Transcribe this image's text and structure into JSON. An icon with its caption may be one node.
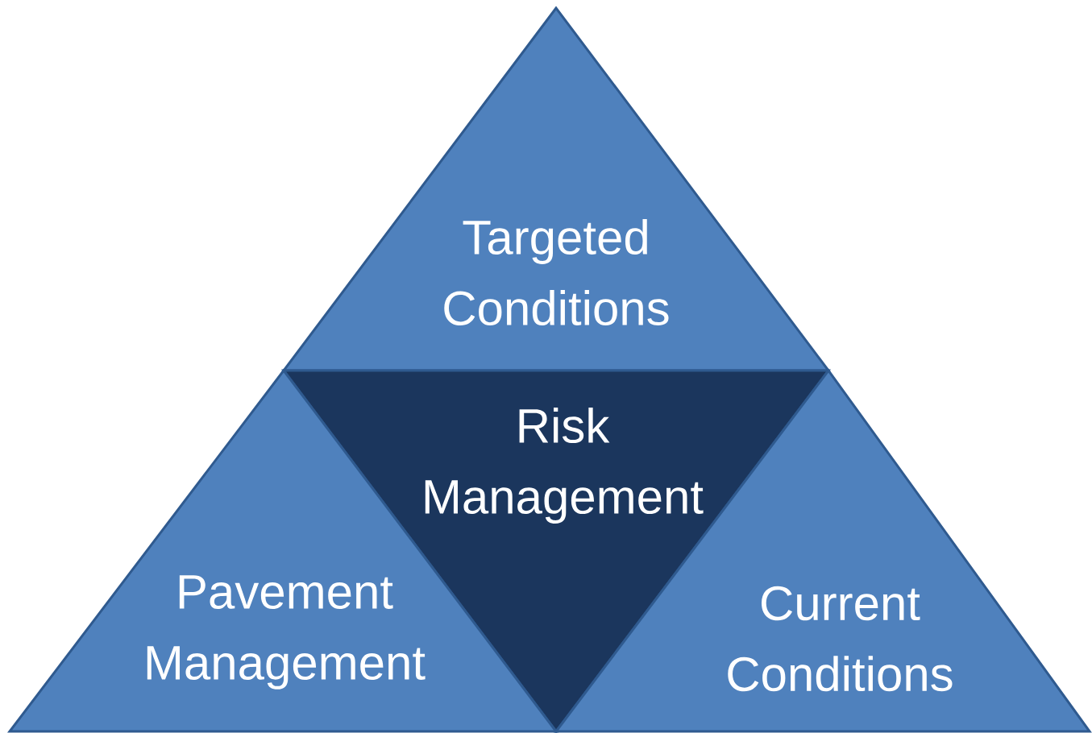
{
  "diagram": {
    "nodes": [
      {
        "text": [
          "Targeted Conditions"
        ]
      },
      {
        "text": [
          "Risk Management"
        ]
      },
      {
        "text": [
          "Pavement Management"
        ]
      },
      {
        "text": [
          "Current Conditions"
        ]
      }
    ]
  }
}
